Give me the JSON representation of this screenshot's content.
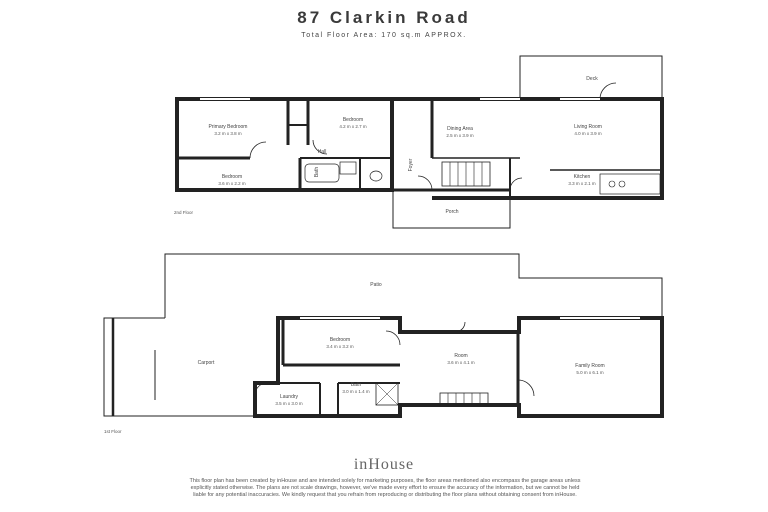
{
  "header": {
    "title": "87 Clarkin Road",
    "subtitle": "Total Floor Area: 170 sq.m APPROX."
  },
  "upper_floor": {
    "label": "2nd Floor",
    "rooms": {
      "deck": "Deck",
      "primary_bedroom": "Primary Bedroom",
      "primary_bedroom_size": "3.2 m x 3.8 m",
      "bedroom_a": "Bedroom",
      "bedroom_a_size": "4.2 m x 2.7 m",
      "dining": "Dining Area",
      "dining_size": "2.5 m x 3.9 m",
      "living": "Living Room",
      "living_size": "4.0 m x 3.9 m",
      "hall": "Hall",
      "bath": "Bath",
      "bedroom_b": "Bedroom",
      "bedroom_b_size": "3.6 m x 2.2 m",
      "foyer": "Foyer",
      "kitchen": "Kitchen",
      "kitchen_size": "3.3 m x 2.1 m",
      "porch": "Porch"
    }
  },
  "lower_floor": {
    "label": "1st Floor",
    "rooms": {
      "patio": "Patio",
      "carport": "Carport",
      "bedroom": "Bedroom",
      "bedroom_size": "3.4 m x 3.2 m",
      "room": "Room",
      "room_size": "3.6 m x 4.1 m",
      "family": "Family Room",
      "family_size": "5.0 m x 6.1 m",
      "laundry": "Laundry",
      "laundry_size": "3.5 m x 3.0 m",
      "bath": "Bath",
      "bath_size": "3.0 m x 1.4 m"
    }
  },
  "footer": {
    "brand": "inHouse",
    "disclaimer": "This floor plan has been created by inHouse and are intended solely for marketing purposes, the floor areas mentioned also encompass the garage areas unless explicitly stated otherwise. The plans are not scale drawings, however, we've made every effort to ensure the accuracy of the information, but we cannot be held liable for any potential inaccuracies. We kindly request that you refrain from reproducing or distributing the floor plans without obtaining consent from inHouse."
  }
}
